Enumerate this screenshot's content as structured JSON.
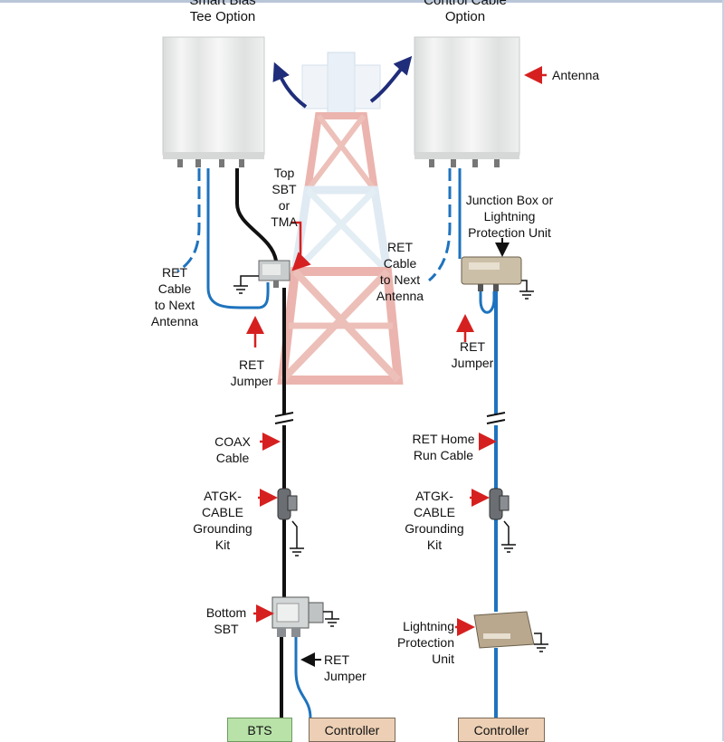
{
  "headings": {
    "left": "Smart Bias\nTee Option",
    "right": "Control Cable\nOption"
  },
  "labels": {
    "antenna": "Antenna",
    "top_sbt": "Top\nSBT\nor\nTMA",
    "ret_cable_left": "RET\nCable\nto Next\nAntenna",
    "ret_cable_mid": "RET\nCable\nto Next\nAntenna",
    "junction_box": "Junction Box or\nLightning\nProtection Unit",
    "ret_jumper_left": "RET\nJumper",
    "ret_jumper_right": "RET\nJumper",
    "coax_cable": "COAX\nCable",
    "ret_home_run": "RET Home\nRun Cable",
    "atgk_left": "ATGK-\nCABLE\nGrounding\nKit",
    "atgk_right": "ATGK-\nCABLE\nGrounding\nKit",
    "bottom_sbt": "Bottom\nSBT",
    "ret_jumper_bottom": "RET\nJumper",
    "lightning_unit": "Lightning\nProtection\nUnit"
  },
  "boxes": {
    "bts": "BTS",
    "controller_left": "Controller",
    "controller_right": "Controller"
  },
  "colors": {
    "cable_blue": "#1e73be",
    "cable_black": "#111111",
    "arrow_red": "#d62020",
    "arrow_navy": "#1f2d7a",
    "tower_red": "#e8a8a0",
    "tower_blue": "#d8e8f4"
  }
}
